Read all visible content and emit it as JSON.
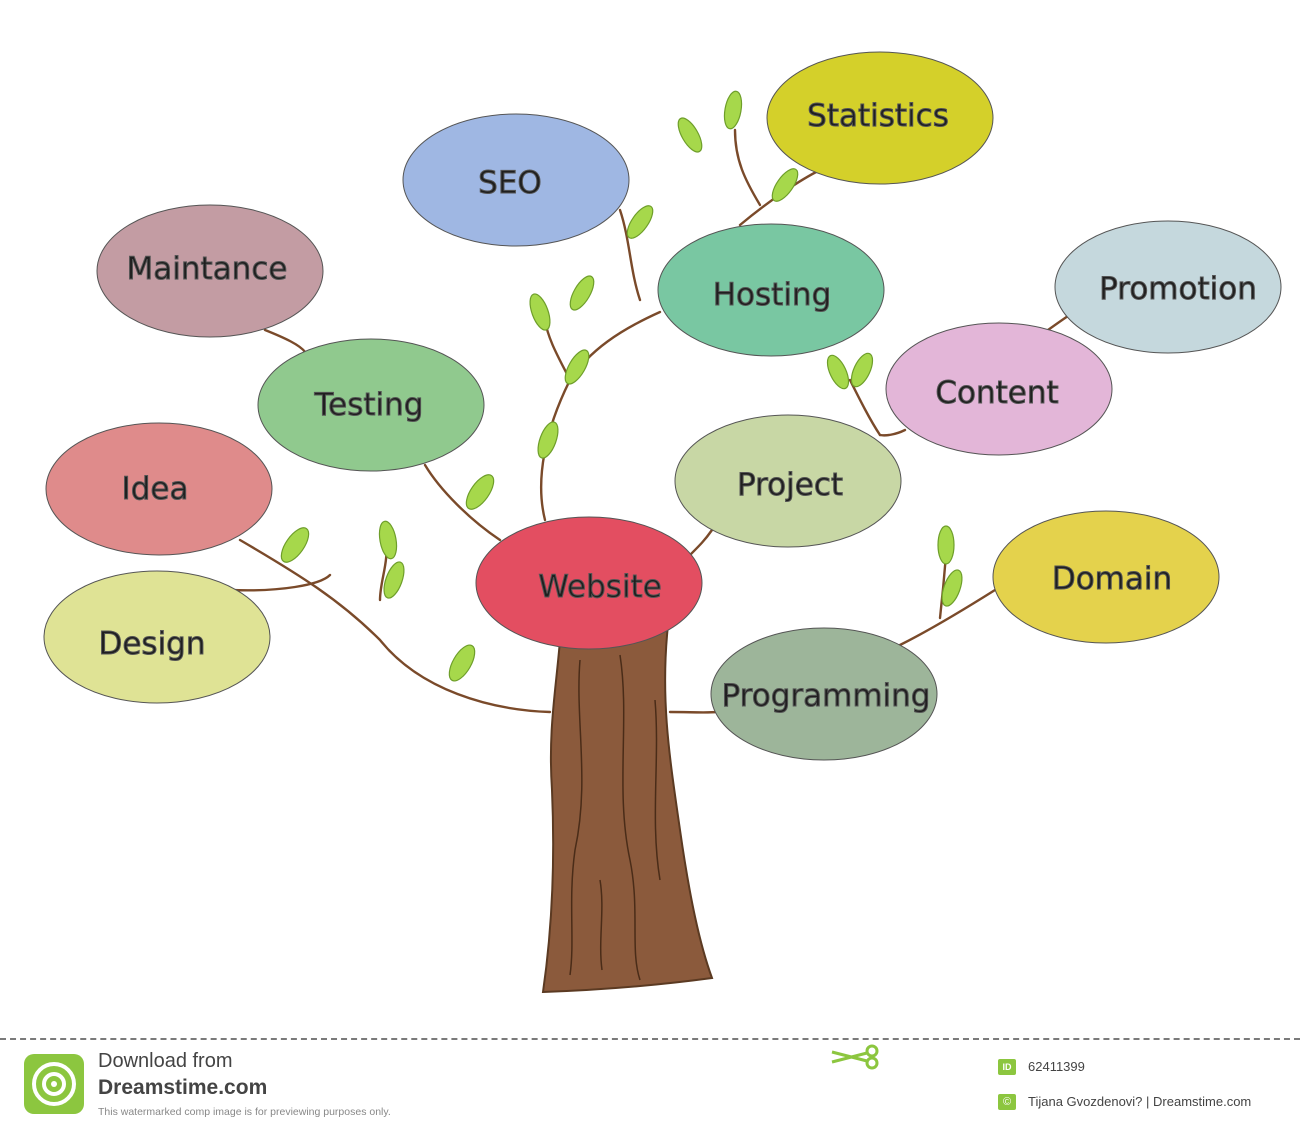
{
  "diagram": {
    "trunk_label": "Website",
    "nodes": [
      {
        "key": "statistics",
        "label": "Statistics",
        "color": "#d4d02a"
      },
      {
        "key": "seo",
        "label": "SEO",
        "color": "#9fb7e3"
      },
      {
        "key": "maintance",
        "label": "Maintance",
        "color": "#c39ca3"
      },
      {
        "key": "hosting",
        "label": "Hosting",
        "color": "#79c7a2"
      },
      {
        "key": "promotion",
        "label": "Promotion",
        "color": "#c5d8dd"
      },
      {
        "key": "testing",
        "label": "Testing",
        "color": "#90c98e"
      },
      {
        "key": "content",
        "label": "Content",
        "color": "#e3b6d8"
      },
      {
        "key": "idea",
        "label": "Idea",
        "color": "#df8b8b"
      },
      {
        "key": "project",
        "label": "Project",
        "color": "#c8d7a5"
      },
      {
        "key": "website",
        "label": "Website",
        "color": "#e34e61"
      },
      {
        "key": "domain",
        "label": "Domain",
        "color": "#e4d24c"
      },
      {
        "key": "design",
        "label": "Design",
        "color": "#dfe395"
      },
      {
        "key": "programming",
        "label": "Programming",
        "color": "#9db59a"
      }
    ],
    "colors": {
      "trunk": "#8b5a3c",
      "branch": "#7a4a2a",
      "leaf": "#a6d84b",
      "leaf_dark": "#6e9e2a"
    }
  },
  "footer": {
    "download_text": "Download from",
    "site_name": "Dreamstime.com",
    "note": "This watermarked comp image is for previewing purposes only.",
    "id_badge": "ID",
    "image_id": "62411399",
    "copyright_badge": "©",
    "credit": "Tijana Gvozdenovi? | Dreamstime.com",
    "accent_color": "#8cc63f"
  }
}
